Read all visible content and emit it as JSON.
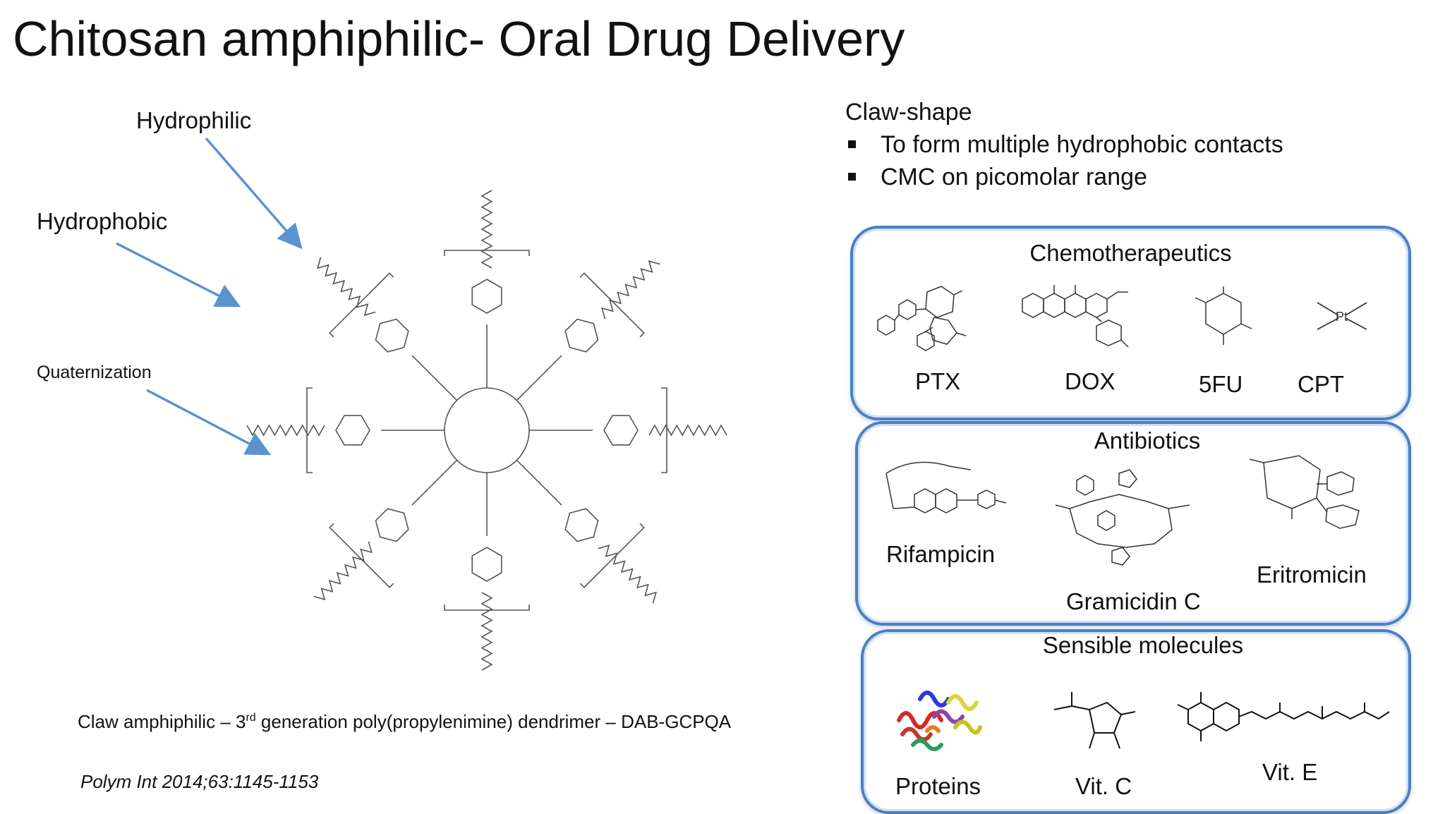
{
  "slide": {
    "title": "Chitosan amphiphilic- Oral Drug Delivery"
  },
  "figure": {
    "labels": {
      "hydrophilic": "Hydrophilic",
      "hydrophobic": "Hydrophobic",
      "quaternization": "Quaternization"
    },
    "caption_pre": "Claw amphiphilic – 3",
    "caption_sup": "rd",
    "caption_post": " generation poly(propylenimine) dendrimer – DAB-GCPQA",
    "reference": "Polym Int 2014;63:1145-1153"
  },
  "claw": {
    "heading": "Claw-shape",
    "bullets": [
      "To form multiple hydrophobic contacts",
      "CMC on picomolar range"
    ]
  },
  "panels": [
    {
      "title": "Chemotherapeutics",
      "items": [
        "PTX",
        "DOX",
        "5FU",
        "CPT"
      ]
    },
    {
      "title": "Antibiotics",
      "items": [
        "Rifampicin",
        "Gramicidin C",
        "Eritromicin"
      ]
    },
    {
      "title": "Sensible molecules",
      "items": [
        "Proteins",
        "Vit. C",
        "Vit. E"
      ]
    }
  ],
  "colors": {
    "arrow": "#5b93cf",
    "panel_border": "#4a7fc4"
  }
}
